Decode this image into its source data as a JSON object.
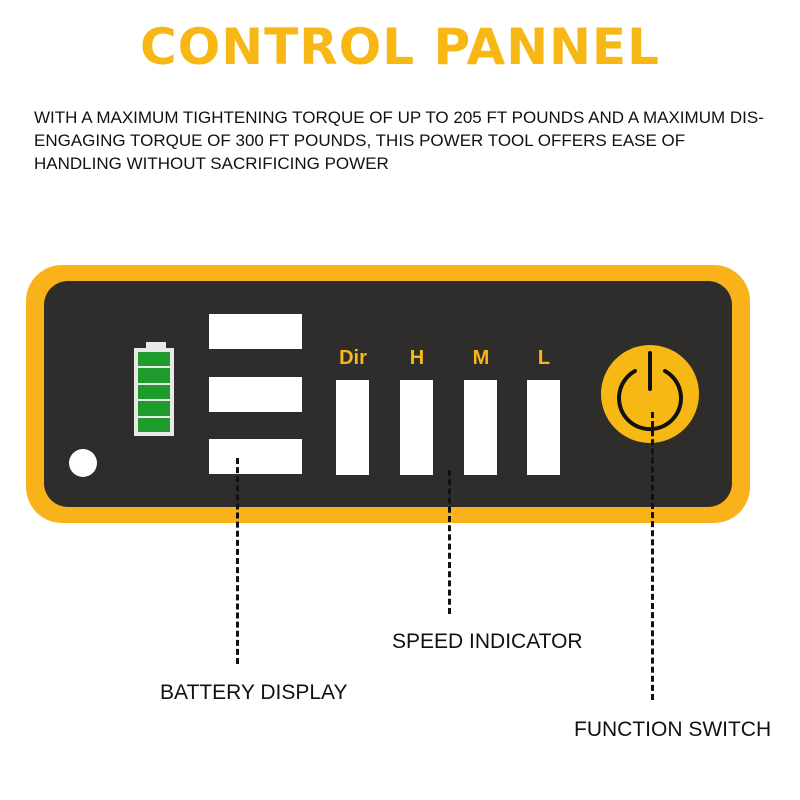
{
  "header": {
    "title": "CONTROL PANNEL",
    "description": "WITH A MAXIMUM TIGHTENING TORQUE OF UP TO 205 FT POUNDS AND A MAXIMUM DIS-ENGAGING TORQUE OF 300 FT POUNDS, THIS POWER TOOL OFFERS EASE OF HANDLING WITHOUT SACRIFICING POWER"
  },
  "panel": {
    "battery_level_cells": 5,
    "speed_labels": [
      "Dir",
      "H",
      "M",
      "L"
    ],
    "colors": {
      "accent": "#f7b816",
      "panel_frame": "#f9b21a",
      "panel_face": "#2e2d2c",
      "battery_cell": "#1f9b2e"
    },
    "icons": {
      "battery": "battery-icon",
      "power": "power-icon"
    }
  },
  "callouts": {
    "speed_indicator": "SPEED INDICATOR",
    "battery_display": "BATTERY DISPLAY",
    "function_switch": "FUNCTION SWITCH"
  }
}
